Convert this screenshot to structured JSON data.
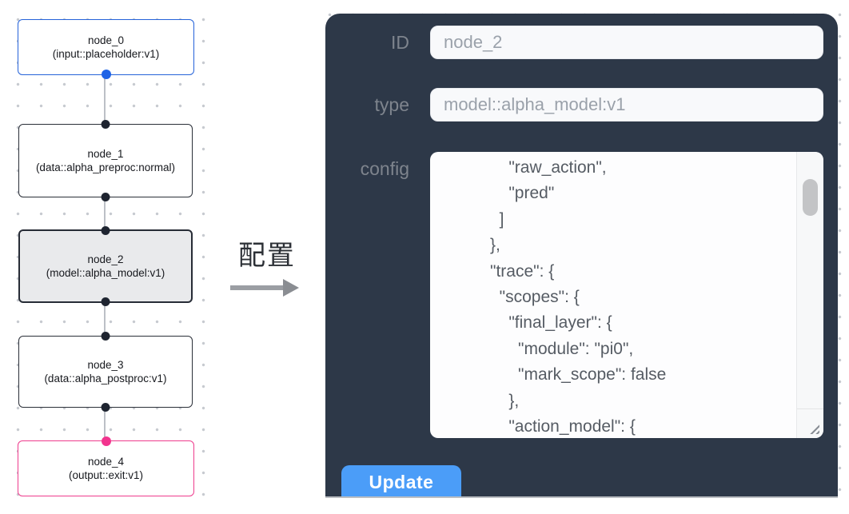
{
  "graph": {
    "nodes": [
      {
        "title": "node_0",
        "subtitle": "(input::placeholder:v1)"
      },
      {
        "title": "node_1",
        "subtitle": "(data::alpha_preproc:normal)"
      },
      {
        "title": "node_2",
        "subtitle": "(model::alpha_model:v1)",
        "state": "selected"
      },
      {
        "title": "node_3",
        "subtitle": "(data::alpha_postproc:v1)"
      },
      {
        "title": "node_4",
        "subtitle": "(output::exit:v1)"
      }
    ]
  },
  "arrow": {
    "label": "配置"
  },
  "panel": {
    "id_field": {
      "label": "ID",
      "value": "node_2"
    },
    "type_field": {
      "label": "type",
      "value": "model::alpha_model:v1"
    },
    "config_field": {
      "label": "config",
      "value": "          \"raw_action\",\n          \"pred\"\n        ]\n      },\n      \"trace\": {\n        \"scopes\": {\n          \"final_layer\": {\n            \"module\": \"pi0\",\n            \"mark_scope\": false\n          },\n          \"action_model\": {"
    },
    "update_button": {
      "label": "Update"
    }
  },
  "colors": {
    "panel_bg": "#2d3848",
    "accent_blue": "#4b9df8",
    "node_input_border": "#2563d9",
    "node_output_border": "#ee3c8d",
    "node_selected_fill": "#e9eaec",
    "port_blue": "#1e63e6",
    "port_pink": "#f2348e",
    "port_dark": "#1e2430"
  }
}
